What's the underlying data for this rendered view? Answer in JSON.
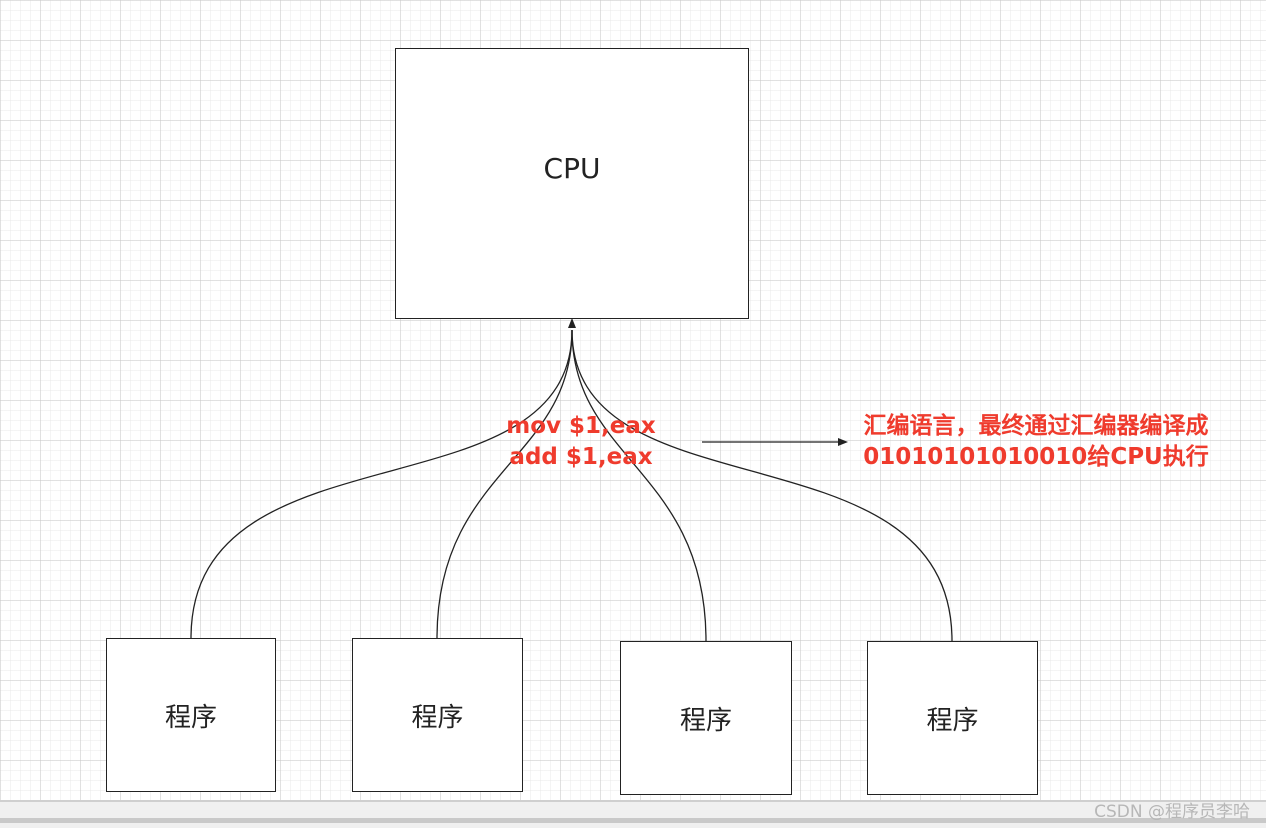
{
  "diagram": {
    "cpu": {
      "label": "CPU"
    },
    "programs": [
      {
        "label": "程序"
      },
      {
        "label": "程序"
      },
      {
        "label": "程序"
      },
      {
        "label": "程序"
      }
    ],
    "code_annotation": [
      "mov $1,eax",
      "add $1,eax"
    ],
    "note_annotation": [
      "汇编语言，最终通过汇编器编译成",
      "01010101010010给CPU执行"
    ],
    "annotation_color": "#ef3b2d",
    "line_color": "#222222"
  },
  "watermark": "CSDN @程序员李哈"
}
